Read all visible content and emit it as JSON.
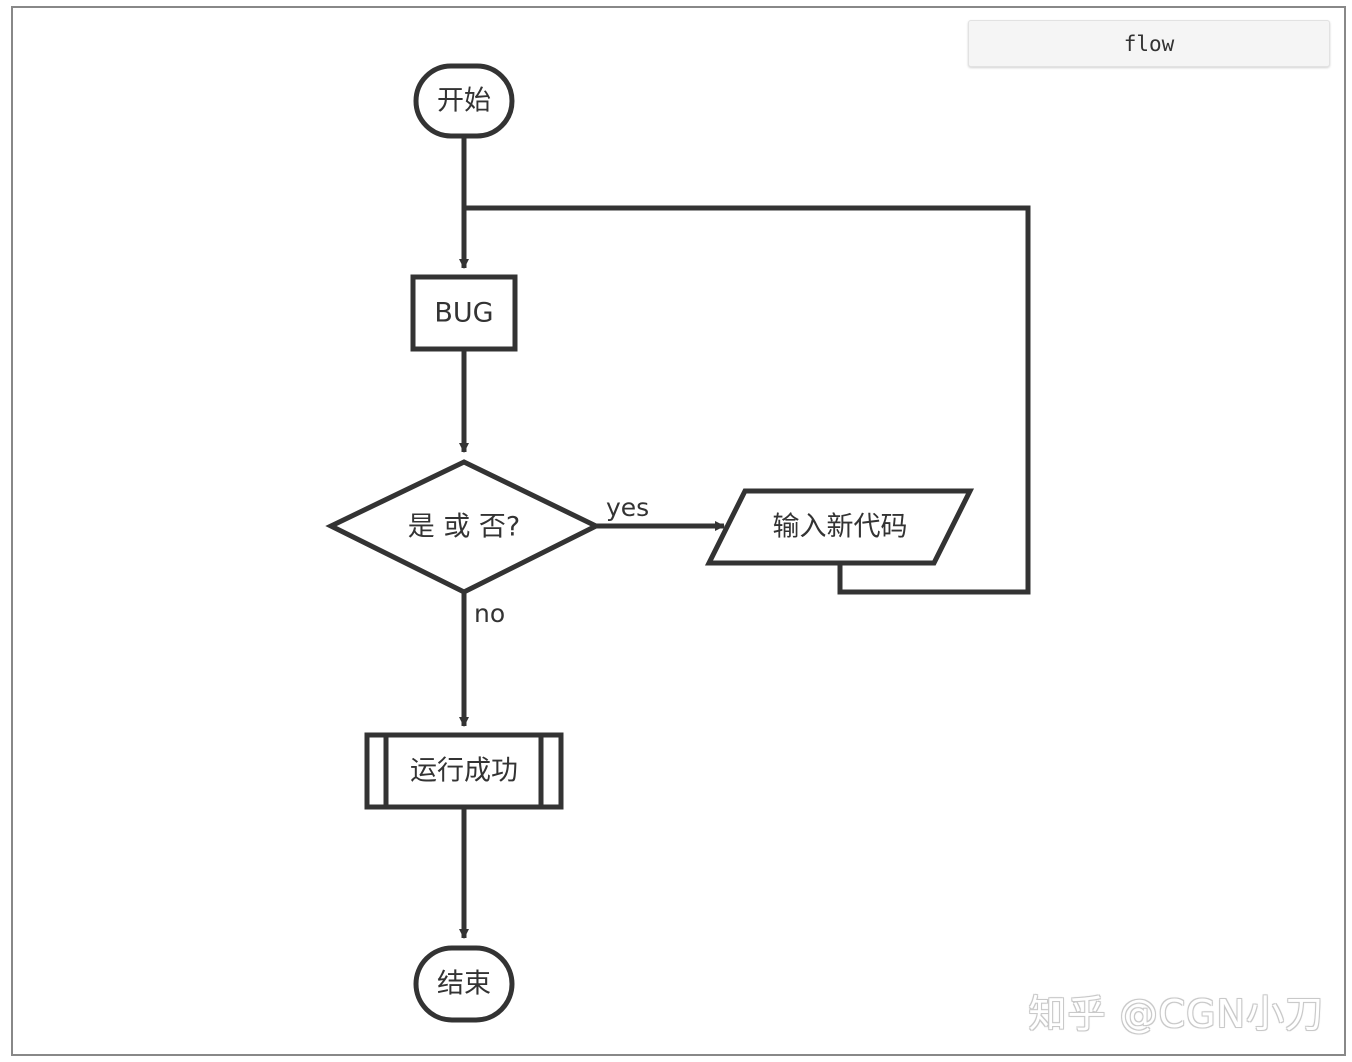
{
  "code_block": {
    "language_label": "flow"
  },
  "nodes": {
    "start": "开始",
    "bug": "BUG",
    "decision": "是 或 否?",
    "input": "输入新代码",
    "success": "运行成功",
    "end": "结束"
  },
  "edges": {
    "yes_label": "yes",
    "no_label": "no"
  },
  "watermark": {
    "text": "知乎 @CGN小刀"
  },
  "colors": {
    "stroke": "#333333",
    "frame": "#888888",
    "tag_background": "#f5f5f5"
  }
}
